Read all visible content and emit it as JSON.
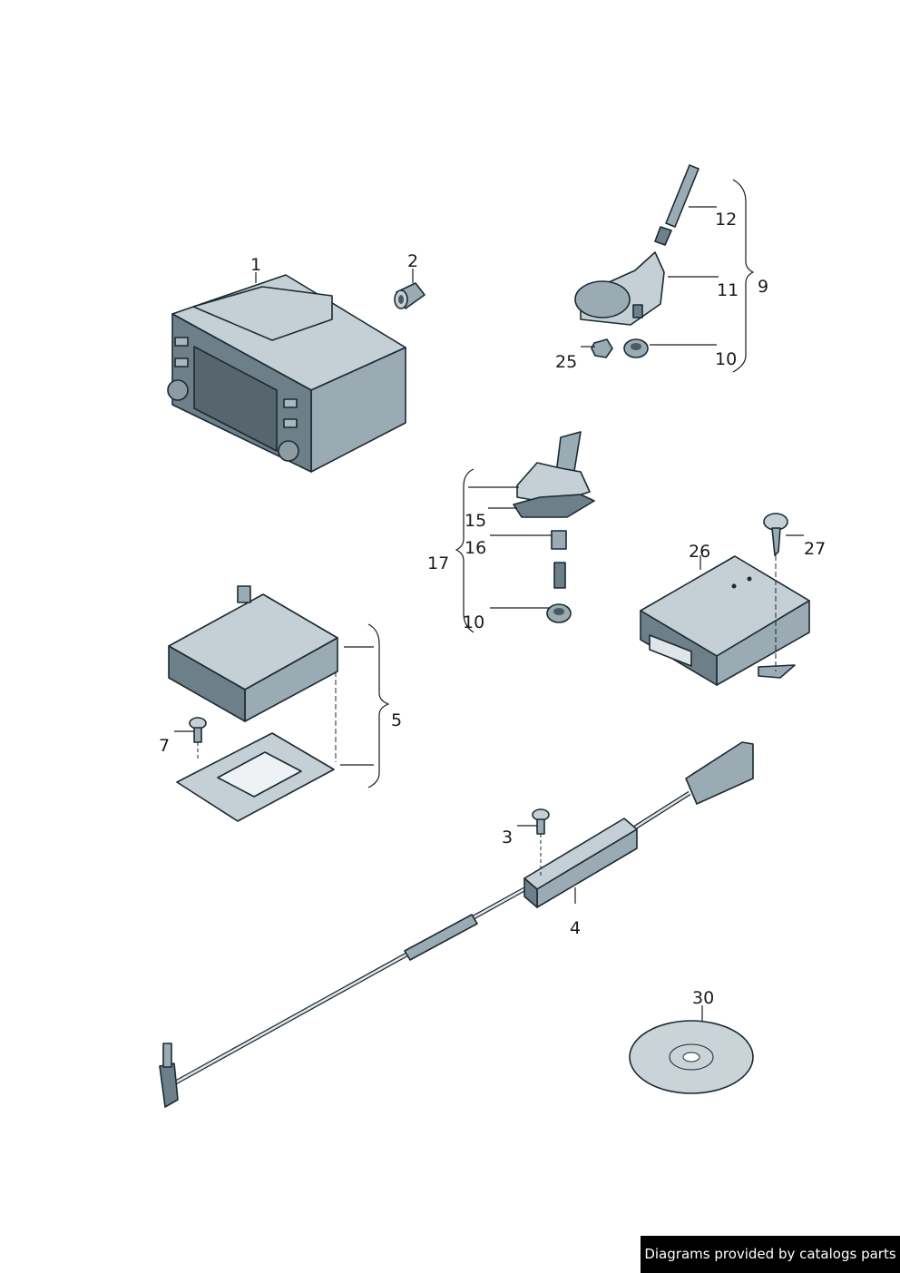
{
  "callouts": {
    "c1": "1",
    "c2": "2",
    "c3": "3",
    "c4": "4",
    "c5": "5",
    "c7": "7",
    "c9": "9",
    "c10a": "10",
    "c10b": "10",
    "c11": "11",
    "c12": "12",
    "c15": "15",
    "c16": "16",
    "c17": "17",
    "c25": "25",
    "c26": "26",
    "c27": "27",
    "c30": "30"
  },
  "credit": "Diagrams provided by catalogs parts",
  "colors": {
    "part_light": "#c4d0d6",
    "part_mid": "#9aabb3",
    "part_dark": "#6d7f88",
    "outline": "#1b2a33"
  }
}
